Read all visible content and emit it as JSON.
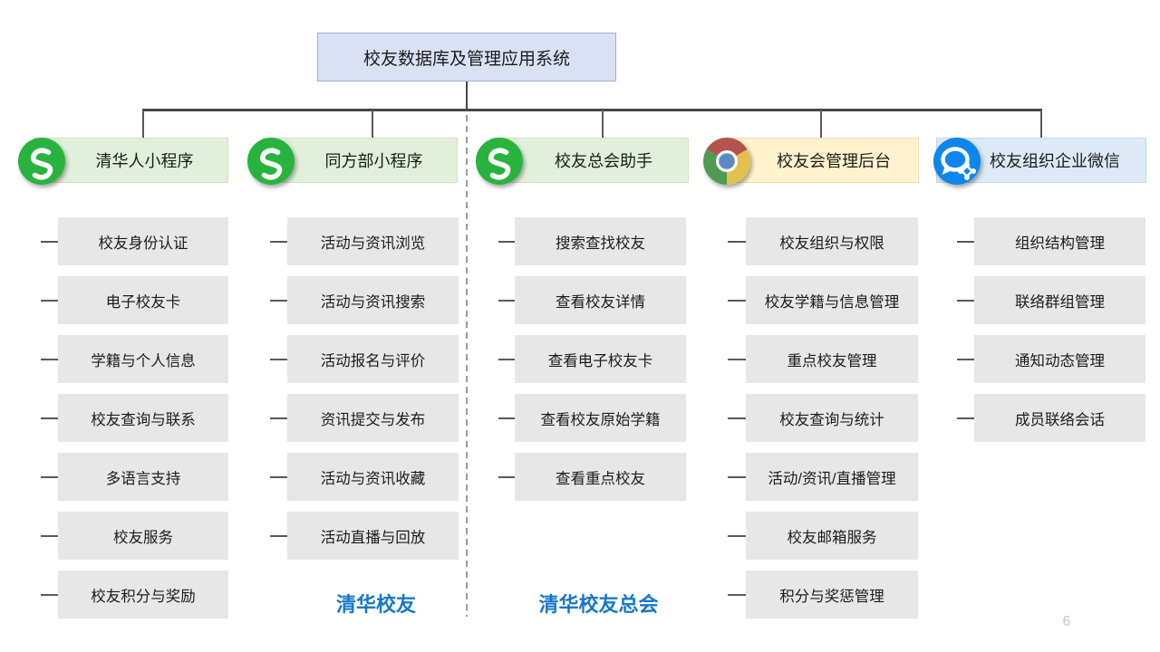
{
  "title": "校友数据库及管理应用系统",
  "page_number": "6",
  "colors": {
    "title_bg": "#dbe1f5",
    "green_header_bg": "#e2efda",
    "yellow_header_bg": "#fff2cc",
    "blue_header_bg": "#dceaf7",
    "item_bg": "#e7e7e7",
    "footer_blue": "#1778c9",
    "wechat_green": "#28b33e",
    "wework_blue": "#0e86ec",
    "connector_gray": "#595959"
  },
  "columns": [
    {
      "header": "清华人小程序",
      "icon": "wechat-miniprogram-icon",
      "theme": "green",
      "items": [
        "校友身份认证",
        "电子校友卡",
        "学籍与个人信息",
        "校友查询与联系",
        "多语言支持",
        "校友服务",
        "校友积分与奖励"
      ]
    },
    {
      "header": "同方部小程序",
      "icon": "wechat-miniprogram-icon",
      "theme": "green",
      "items": [
        "活动与资讯浏览",
        "活动与资讯搜索",
        "活动报名与评价",
        "资讯提交与发布",
        "活动与资讯收藏",
        "活动直播与回放"
      ]
    },
    {
      "header": "校友总会助手",
      "icon": "wechat-miniprogram-icon",
      "theme": "green",
      "items": [
        "搜索查找校友",
        "查看校友详情",
        "查看电子校友卡",
        "查看校友原始学籍",
        "查看重点校友"
      ]
    },
    {
      "header": "校友会管理后台",
      "icon": "chrome-icon",
      "theme": "yellow",
      "items": [
        "校友组织与权限",
        "校友学籍与信息管理",
        "重点校友管理",
        "校友查询与统计",
        "活动/资讯/直播管理",
        "校友邮箱服务",
        "积分与奖惩管理"
      ]
    },
    {
      "header": "校友组织企业微信",
      "icon": "wechat-work-icon",
      "theme": "blue",
      "items": [
        "组织结构管理",
        "联络群组管理",
        "通知动态管理",
        "成员联络会话"
      ]
    }
  ],
  "footers": [
    {
      "label": "清华校友"
    },
    {
      "label": "清华校友总会"
    }
  ]
}
